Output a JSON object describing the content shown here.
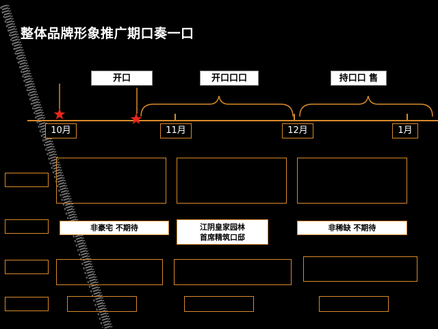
{
  "title": "整体品牌形象推广期口奏一口",
  "phases": {
    "p1": "开口",
    "p2": "开口口口",
    "p3": "持口口 售"
  },
  "months": {
    "m1": "10月",
    "m2": "11月",
    "m3": "12月",
    "m4": "1月"
  },
  "messages": {
    "col1": "非豪宅   不期待",
    "col2_line1": "江阴皇家园林",
    "col2_line2": "首席精筑口邸",
    "col3": "非稀缺  不期待"
  },
  "colors": {
    "accent": "#d98a2b",
    "star": "#e8261c",
    "background": "#000000"
  }
}
